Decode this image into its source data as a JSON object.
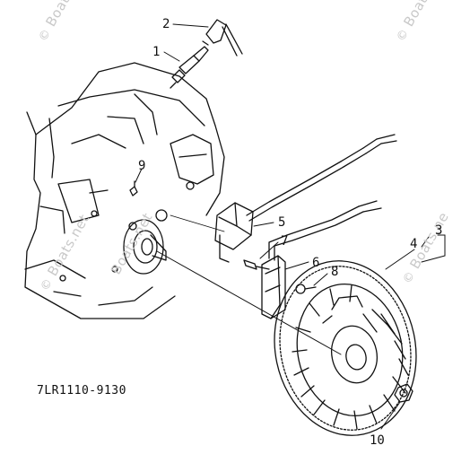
{
  "watermark": {
    "symbol": "©",
    "text_top_left": "Boats",
    "text_top_right": "Boats",
    "text_mid": "Boats.net",
    "text_center": "Boats.net",
    "text_right": "Boats.ne"
  },
  "callouts": {
    "c1": "1",
    "c2": "2",
    "c3": "3",
    "c4": "4",
    "c5": "5",
    "c6": "6",
    "c7": "7",
    "c8": "8",
    "c9": "9",
    "c10": "10"
  },
  "part_code": "7LR1110-9130",
  "colors": {
    "ink": "#111111",
    "watermark": "#c9c9c9",
    "background": "#ffffff"
  }
}
